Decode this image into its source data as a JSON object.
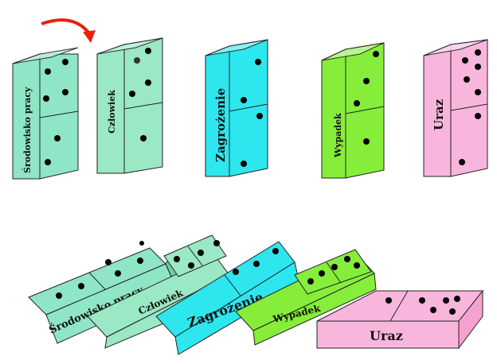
{
  "colors": {
    "teal": "#8fe6c6",
    "mint": "#9ae8c4",
    "cyan": "#2ee6ee",
    "green": "#86ee3a",
    "pink": "#f9b6dc",
    "arrow": "#e8200c",
    "pip": "#000000"
  },
  "standing": [
    {
      "label": "Środowisko pracy",
      "color": "#8fe6c6"
    },
    {
      "label": "Człowiek",
      "color": "#9ae8c4"
    },
    {
      "label": "Zagrożenie",
      "color": "#2ee6ee"
    },
    {
      "label": "Wypadek",
      "color": "#86ee3a"
    },
    {
      "label": "Uraz",
      "color": "#f9b6dc"
    }
  ],
  "fallen": [
    {
      "label": "Środowisko pracy",
      "color": "#8fe6c6"
    },
    {
      "label": "Człowiek",
      "color": "#9ae8c4"
    },
    {
      "label": "Zagrożenie",
      "color": "#2ee6ee"
    },
    {
      "label": "Wypadek",
      "color": "#86ee3a"
    },
    {
      "label": "Uraz",
      "color": "#f9b6dc"
    }
  ],
  "arrow_icon": "curved-arrow-icon"
}
